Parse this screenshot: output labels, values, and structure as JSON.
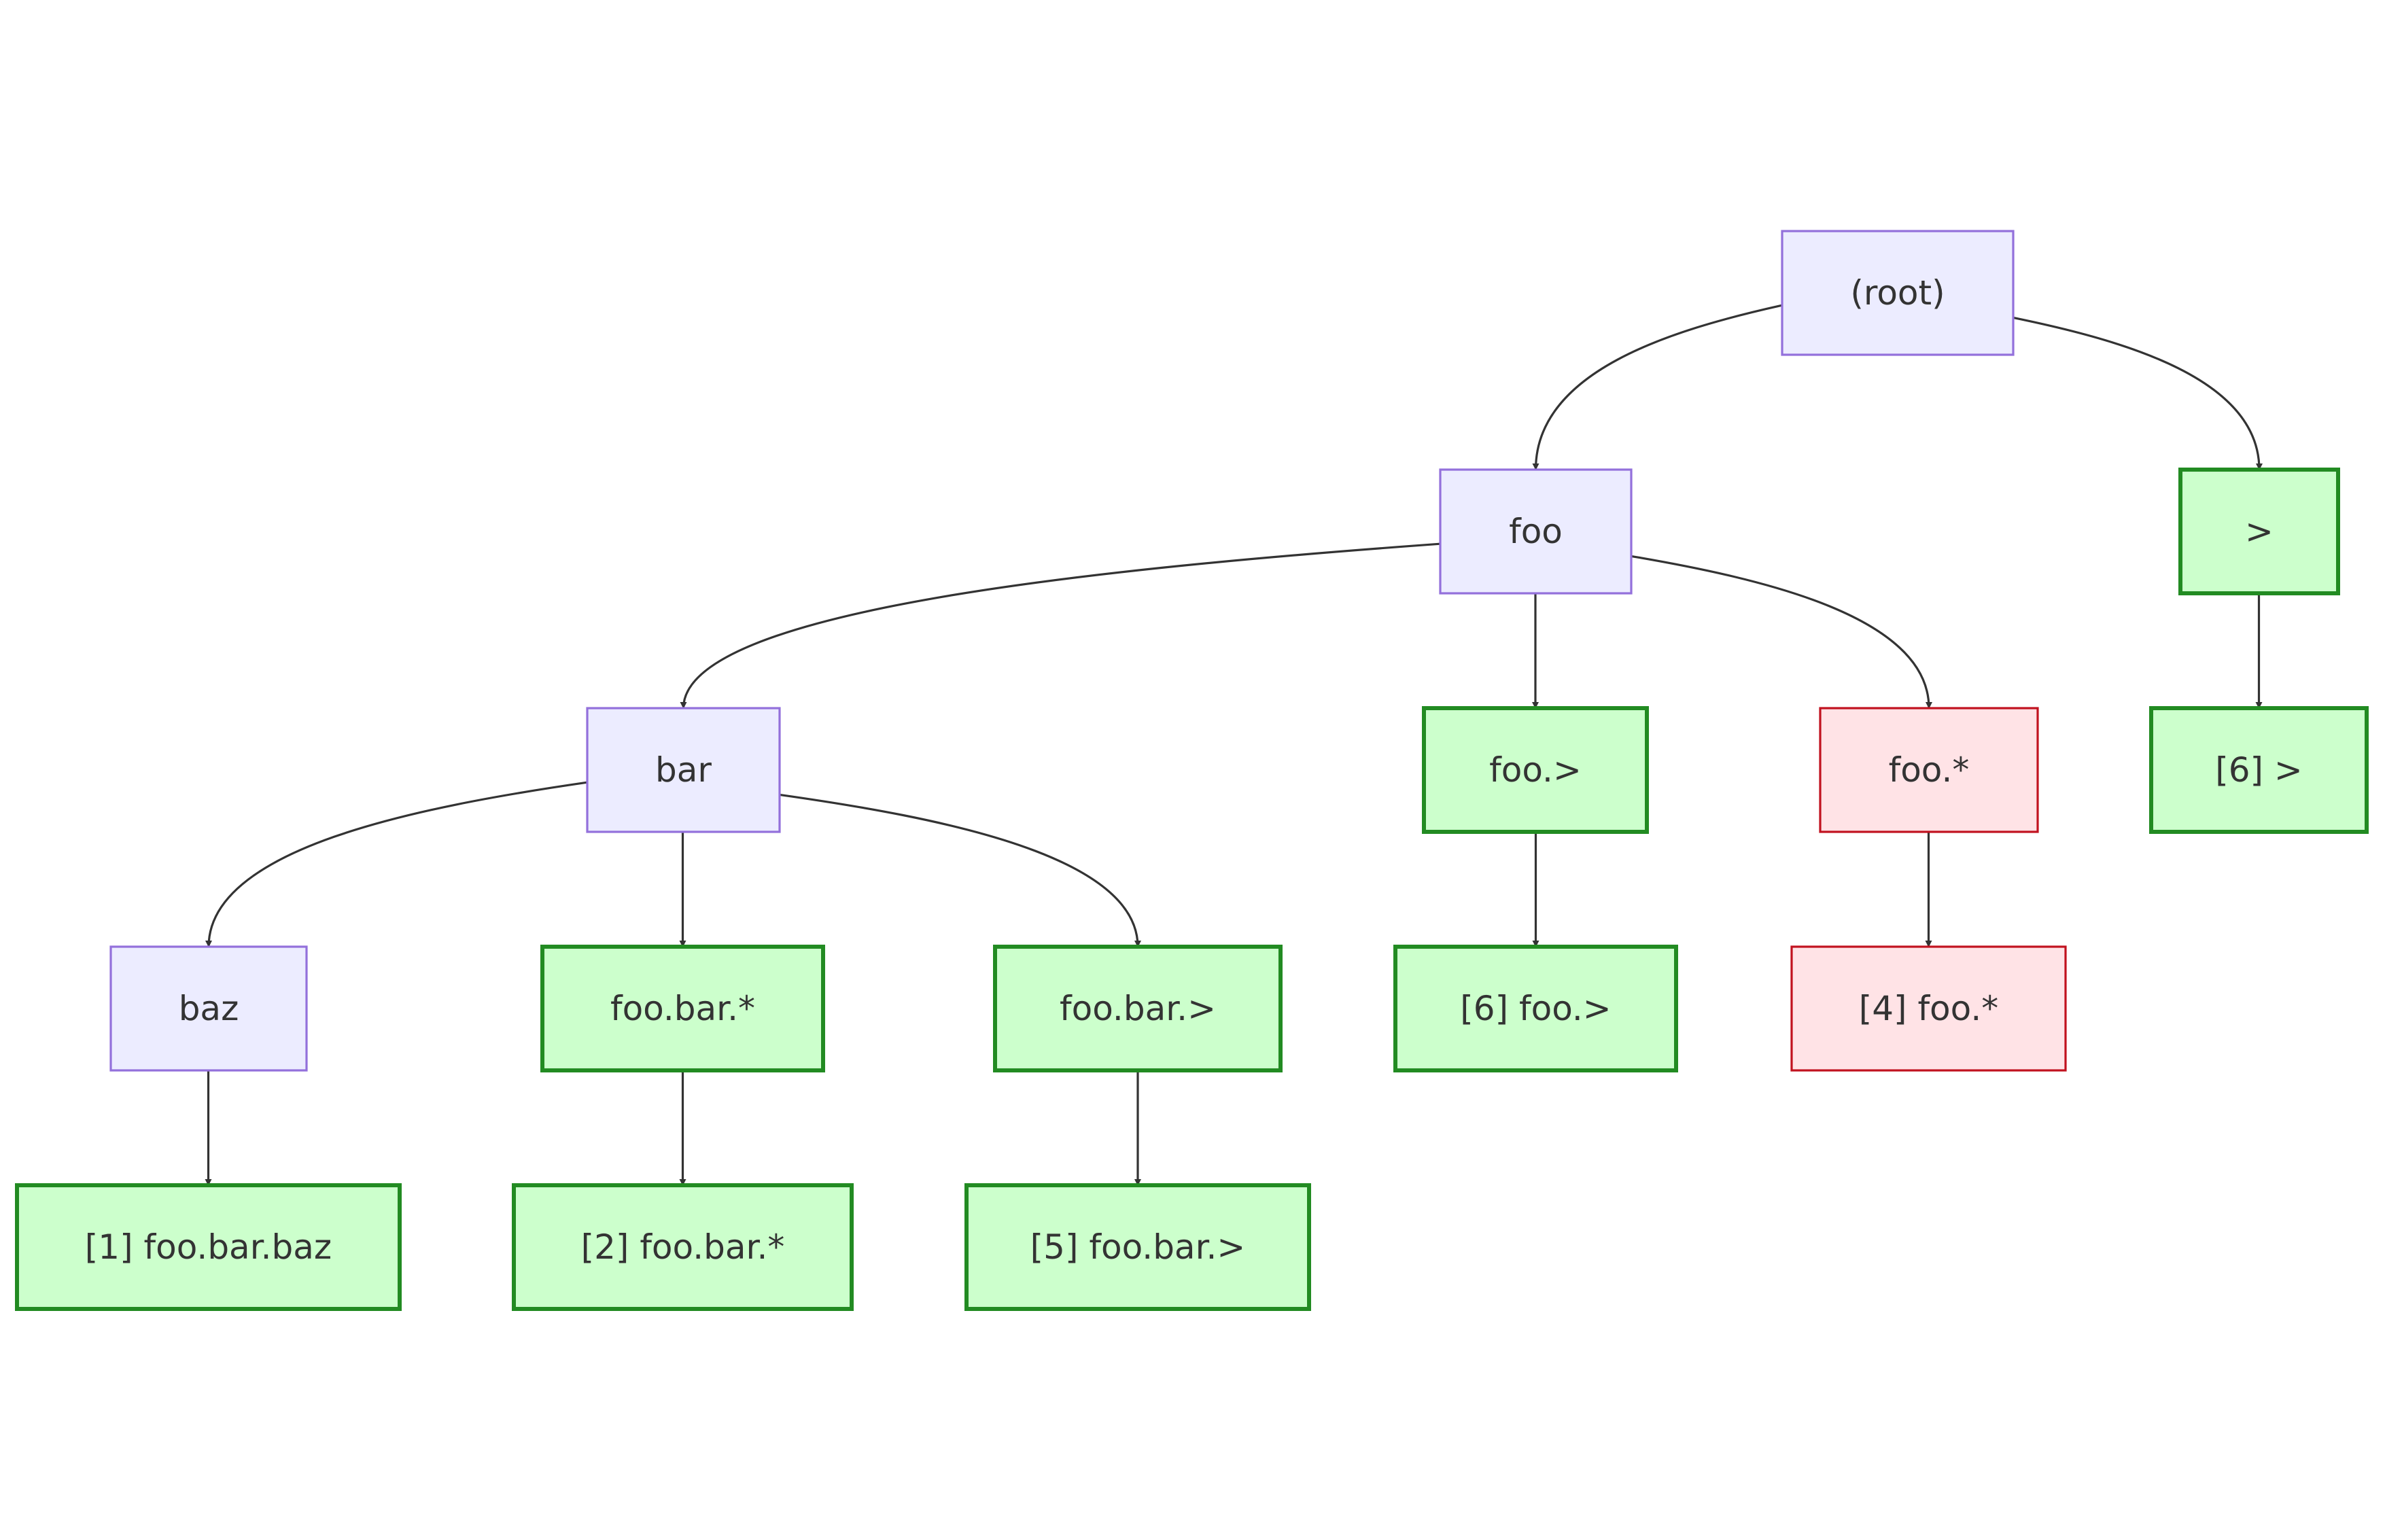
{
  "diagram": {
    "type": "tree",
    "styles": {
      "default": {
        "fill": "#ececff",
        "stroke": "#9370db"
      },
      "match": {
        "fill": "#ccffcc",
        "stroke": "#228b22"
      },
      "nomatch": {
        "fill": "#ffe3e6",
        "stroke": "#c1121f"
      }
    },
    "edge_color": "#333333",
    "nodes": [
      {
        "id": "root",
        "label": "(root)",
        "style": "default"
      },
      {
        "id": "foo",
        "label": "foo",
        "style": "default"
      },
      {
        "id": "gt",
        "label": ">",
        "style": "match"
      },
      {
        "id": "bar",
        "label": "bar",
        "style": "default"
      },
      {
        "id": "foo_gt",
        "label": "foo.>",
        "style": "match"
      },
      {
        "id": "foo_star",
        "label": "foo.*",
        "style": "nomatch"
      },
      {
        "id": "gt6",
        "label": "[6] >",
        "style": "match"
      },
      {
        "id": "baz",
        "label": "baz",
        "style": "default"
      },
      {
        "id": "foobar_star",
        "label": "foo.bar.*",
        "style": "match"
      },
      {
        "id": "foobar_gt",
        "label": "foo.bar.>",
        "style": "match"
      },
      {
        "id": "foo_gt6",
        "label": "[6] foo.>",
        "style": "match"
      },
      {
        "id": "foo_star4",
        "label": "[4] foo.*",
        "style": "nomatch"
      },
      {
        "id": "baz1",
        "label": "[1] foo.bar.baz",
        "style": "match"
      },
      {
        "id": "foobar_star2",
        "label": "[2] foo.bar.*",
        "style": "match"
      },
      {
        "id": "foobar_gt5",
        "label": "[5] foo.bar.>",
        "style": "match"
      }
    ],
    "edges": [
      {
        "from": "root",
        "to": "foo"
      },
      {
        "from": "root",
        "to": "gt"
      },
      {
        "from": "foo",
        "to": "bar"
      },
      {
        "from": "foo",
        "to": "foo_gt"
      },
      {
        "from": "foo",
        "to": "foo_star"
      },
      {
        "from": "gt",
        "to": "gt6"
      },
      {
        "from": "bar",
        "to": "baz"
      },
      {
        "from": "bar",
        "to": "foobar_star"
      },
      {
        "from": "bar",
        "to": "foobar_gt"
      },
      {
        "from": "foo_gt",
        "to": "foo_gt6"
      },
      {
        "from": "foo_star",
        "to": "foo_star4"
      },
      {
        "from": "baz",
        "to": "baz1"
      },
      {
        "from": "foobar_star",
        "to": "foobar_star2"
      },
      {
        "from": "foobar_gt",
        "to": "foobar_gt5"
      }
    ]
  }
}
